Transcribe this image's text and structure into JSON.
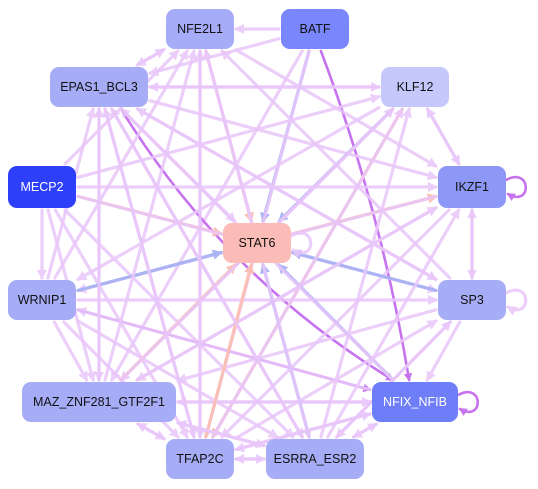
{
  "nodes": [
    {
      "id": "NFE2L1",
      "label": "NFE2L1",
      "color": "#a6acf8",
      "text_color": "#111111"
    },
    {
      "id": "BATF",
      "label": "BATF",
      "color": "#7a86fb",
      "text_color": "#111111"
    },
    {
      "id": "EPAS1_BCL3",
      "label": "EPAS1_BCL3",
      "color": "#a6acf6",
      "text_color": "#111111"
    },
    {
      "id": "KLF12",
      "label": "KLF12",
      "color": "#c4c8fb",
      "text_color": "#111111"
    },
    {
      "id": "MECP2",
      "label": "MECP2",
      "color": "#2e3ffa",
      "text_color": "#ffffff"
    },
    {
      "id": "IKZF1",
      "label": "IKZF1",
      "color": "#8d97f6",
      "text_color": "#111111"
    },
    {
      "id": "STAT6",
      "label": "STAT6",
      "color": "#fbbcb8",
      "text_color": "#111111"
    },
    {
      "id": "WRNIP1",
      "label": "WRNIP1",
      "color": "#a6acf6",
      "text_color": "#111111"
    },
    {
      "id": "SP3",
      "label": "SP3",
      "color": "#a6acf6",
      "text_color": "#111111"
    },
    {
      "id": "MAZ_ZNF281_GTF2F1",
      "label": "MAZ_ZNF281_GTF2F1",
      "color": "#a6acf6",
      "text_color": "#111111"
    },
    {
      "id": "NFIX_NFIB",
      "label": "NFIX_NFIB",
      "color": "#6e7ef9",
      "text_color": "#ffffff"
    },
    {
      "id": "TFAP2C",
      "label": "TFAP2C",
      "color": "#a6acf6",
      "text_color": "#111111"
    },
    {
      "id": "ESRRA_ESR2",
      "label": "ESRRA_ESR2",
      "color": "#a6acf6",
      "text_color": "#111111"
    }
  ],
  "edge_colors": {
    "light_purple": "#e9c6fa",
    "purple": "#c56cf0",
    "blue": "#a8b2f4",
    "salmon": "#fbbfb3"
  },
  "edges": [
    {
      "from": "BATF",
      "to": "NFE2L1",
      "color": "light_purple"
    },
    {
      "from": "NFE2L1",
      "to": "EPAS1_BCL3",
      "color": "light_purple"
    },
    {
      "from": "EPAS1_BCL3",
      "to": "NFE2L1",
      "color": "light_purple"
    },
    {
      "from": "BATF",
      "to": "EPAS1_BCL3",
      "color": "light_purple"
    },
    {
      "from": "BATF",
      "to": "STAT6",
      "color": "blue"
    },
    {
      "from": "BATF",
      "to": "NFIX_NFIB",
      "color": "purple"
    },
    {
      "from": "BATF",
      "to": "TFAP2C",
      "color": "light_purple"
    },
    {
      "from": "BATF",
      "to": "MAZ_ZNF281_GTF2F1",
      "color": "light_purple"
    },
    {
      "from": "NFE2L1",
      "to": "STAT6",
      "color": "salmon"
    },
    {
      "from": "NFE2L1",
      "to": "TFAP2C",
      "color": "light_purple"
    },
    {
      "from": "NFE2L1",
      "to": "ESRRA_ESR2",
      "color": "light_purple"
    },
    {
      "from": "NFE2L1",
      "to": "IKZF1",
      "color": "light_purple"
    },
    {
      "from": "EPAS1_BCL3",
      "to": "STAT6",
      "color": "light_purple"
    },
    {
      "from": "EPAS1_BCL3",
      "to": "KLF12",
      "color": "light_purple"
    },
    {
      "from": "EPAS1_BCL3",
      "to": "IKZF1",
      "color": "light_purple"
    },
    {
      "from": "EPAS1_BCL3",
      "to": "SP3",
      "color": "light_purple"
    },
    {
      "from": "EPAS1_BCL3",
      "to": "NFIX_NFIB",
      "color": "purple"
    },
    {
      "from": "EPAS1_BCL3",
      "to": "ESRRA_ESR2",
      "color": "light_purple"
    },
    {
      "from": "EPAS1_BCL3",
      "to": "TFAP2C",
      "color": "light_purple"
    },
    {
      "from": "EPAS1_BCL3",
      "to": "MAZ_ZNF281_GTF2F1",
      "color": "light_purple"
    },
    {
      "from": "KLF12",
      "to": "STAT6",
      "color": "blue"
    },
    {
      "from": "KLF12",
      "to": "IKZF1",
      "color": "light_purple"
    },
    {
      "from": "KLF12",
      "to": "MAZ_ZNF281_GTF2F1",
      "color": "light_purple"
    },
    {
      "from": "KLF12",
      "to": "TFAP2C",
      "color": "salmon"
    },
    {
      "from": "KLF12",
      "to": "WRNIP1",
      "color": "light_purple"
    },
    {
      "from": "KLF12",
      "to": "EPAS1_BCL3",
      "color": "light_purple"
    },
    {
      "from": "MECP2",
      "to": "IKZF1",
      "color": "light_purple"
    },
    {
      "from": "MECP2",
      "to": "STAT6",
      "color": "salmon"
    },
    {
      "from": "MECP2",
      "to": "WRNIP1",
      "color": "light_purple"
    },
    {
      "from": "MECP2",
      "to": "KLF12",
      "color": "light_purple"
    },
    {
      "from": "MECP2",
      "to": "NFE2L1",
      "color": "light_purple"
    },
    {
      "from": "MECP2",
      "to": "SP3",
      "color": "light_purple"
    },
    {
      "from": "MECP2",
      "to": "TFAP2C",
      "color": "light_purple"
    },
    {
      "from": "MECP2",
      "to": "MAZ_ZNF281_GTF2F1",
      "color": "light_purple"
    },
    {
      "from": "MECP2",
      "to": "ESRRA_ESR2",
      "color": "light_purple"
    },
    {
      "from": "IKZF1",
      "to": "IKZF1",
      "color": "purple"
    },
    {
      "from": "STAT6",
      "to": "IKZF1",
      "color": "salmon"
    },
    {
      "from": "IKZF1",
      "to": "KLF12",
      "color": "light_purple"
    },
    {
      "from": "IKZF1",
      "to": "SP3",
      "color": "light_purple"
    },
    {
      "from": "IKZF1",
      "to": "MAZ_ZNF281_GTF2F1",
      "color": "light_purple"
    },
    {
      "from": "IKZF1",
      "to": "TFAP2C",
      "color": "light_purple"
    },
    {
      "from": "IKZF1",
      "to": "WRNIP1",
      "color": "light_purple"
    },
    {
      "from": "SP3",
      "to": "STAT6",
      "color": "blue"
    },
    {
      "from": "SP3",
      "to": "SP3",
      "color": "light_purple"
    },
    {
      "from": "SP3",
      "to": "IKZF1",
      "color": "light_purple"
    },
    {
      "from": "SP3",
      "to": "ESRRA_ESR2",
      "color": "light_purple"
    },
    {
      "from": "SP3",
      "to": "NFIX_NFIB",
      "color": "light_purple"
    },
    {
      "from": "SP3",
      "to": "MAZ_ZNF281_GTF2F1",
      "color": "light_purple"
    },
    {
      "from": "SP3",
      "to": "EPAS1_BCL3",
      "color": "light_purple"
    },
    {
      "from": "SP3",
      "to": "NFE2L1",
      "color": "light_purple"
    },
    {
      "from": "WRNIP1",
      "to": "STAT6",
      "color": "blue"
    },
    {
      "from": "WRNIP1",
      "to": "NFIX_NFIB",
      "color": "purple"
    },
    {
      "from": "WRNIP1",
      "to": "MAZ_ZNF281_GTF2F1",
      "color": "light_purple"
    },
    {
      "from": "WRNIP1",
      "to": "TFAP2C",
      "color": "light_purple"
    },
    {
      "from": "WRNIP1",
      "to": "EPAS1_BCL3",
      "color": "light_purple"
    },
    {
      "from": "WRNIP1",
      "to": "NFE2L1",
      "color": "light_purple"
    },
    {
      "from": "WRNIP1",
      "to": "SP3",
      "color": "light_purple"
    },
    {
      "from": "WRNIP1",
      "to": "ESRRA_ESR2",
      "color": "light_purple"
    },
    {
      "from": "MAZ_ZNF281_GTF2F1",
      "to": "STAT6",
      "color": "salmon"
    },
    {
      "from": "MAZ_ZNF281_GTF2F1",
      "to": "NFIX_NFIB",
      "color": "light_purple"
    },
    {
      "from": "MAZ_ZNF281_GTF2F1",
      "to": "TFAP2C",
      "color": "light_purple"
    },
    {
      "from": "MAZ_ZNF281_GTF2F1",
      "to": "EPAS1_BCL3",
      "color": "light_purple"
    },
    {
      "from": "MAZ_ZNF281_GTF2F1",
      "to": "NFE2L1",
      "color": "light_purple"
    },
    {
      "from": "MAZ_ZNF281_GTF2F1",
      "to": "KLF12",
      "color": "light_purple"
    },
    {
      "from": "MAZ_ZNF281_GTF2F1",
      "to": "IKZF1",
      "color": "light_purple"
    },
    {
      "from": "MAZ_ZNF281_GTF2F1",
      "to": "ESRRA_ESR2",
      "color": "light_purple"
    },
    {
      "from": "NFIX_NFIB",
      "to": "NFIX_NFIB",
      "color": "purple"
    },
    {
      "from": "NFIX_NFIB",
      "to": "STAT6",
      "color": "blue"
    },
    {
      "from": "NFIX_NFIB",
      "to": "MAZ_ZNF281_GTF2F1",
      "color": "light_purple"
    },
    {
      "from": "NFIX_NFIB",
      "to": "ESRRA_ESR2",
      "color": "light_purple"
    },
    {
      "from": "NFIX_NFIB",
      "to": "TFAP2C",
      "color": "light_purple"
    },
    {
      "from": "NFIX_NFIB",
      "to": "EPAS1_BCL3",
      "color": "light_purple"
    },
    {
      "from": "NFIX_NFIB",
      "to": "WRNIP1",
      "color": "light_purple"
    },
    {
      "from": "TFAP2C",
      "to": "STAT6",
      "color": "salmon"
    },
    {
      "from": "TFAP2C",
      "to": "ESRRA_ESR2",
      "color": "light_purple"
    },
    {
      "from": "TFAP2C",
      "to": "NFIX_NFIB",
      "color": "light_purple"
    },
    {
      "from": "TFAP2C",
      "to": "MAZ_ZNF281_GTF2F1",
      "color": "light_purple"
    },
    {
      "from": "TFAP2C",
      "to": "EPAS1_BCL3",
      "color": "light_purple"
    },
    {
      "from": "TFAP2C",
      "to": "NFE2L1",
      "color": "light_purple"
    },
    {
      "from": "TFAP2C",
      "to": "KLF12",
      "color": "light_purple"
    },
    {
      "from": "TFAP2C",
      "to": "SP3",
      "color": "light_purple"
    },
    {
      "from": "ESRRA_ESR2",
      "to": "STAT6",
      "color": "blue"
    },
    {
      "from": "ESRRA_ESR2",
      "to": "TFAP2C",
      "color": "light_purple"
    },
    {
      "from": "ESRRA_ESR2",
      "to": "NFIX_NFIB",
      "color": "light_purple"
    },
    {
      "from": "ESRRA_ESR2",
      "to": "MAZ_ZNF281_GTF2F1",
      "color": "light_purple"
    },
    {
      "from": "ESRRA_ESR2",
      "to": "EPAS1_BCL3",
      "color": "light_purple"
    },
    {
      "from": "ESRRA_ESR2",
      "to": "NFE2L1",
      "color": "light_purple"
    },
    {
      "from": "ESRRA_ESR2",
      "to": "KLF12",
      "color": "light_purple"
    },
    {
      "from": "ESRRA_ESR2",
      "to": "IKZF1",
      "color": "light_purple"
    },
    {
      "from": "ESRRA_ESR2",
      "to": "SP3",
      "color": "light_purple"
    },
    {
      "from": "STAT6",
      "to": "STAT6",
      "color": "light_purple"
    }
  ]
}
